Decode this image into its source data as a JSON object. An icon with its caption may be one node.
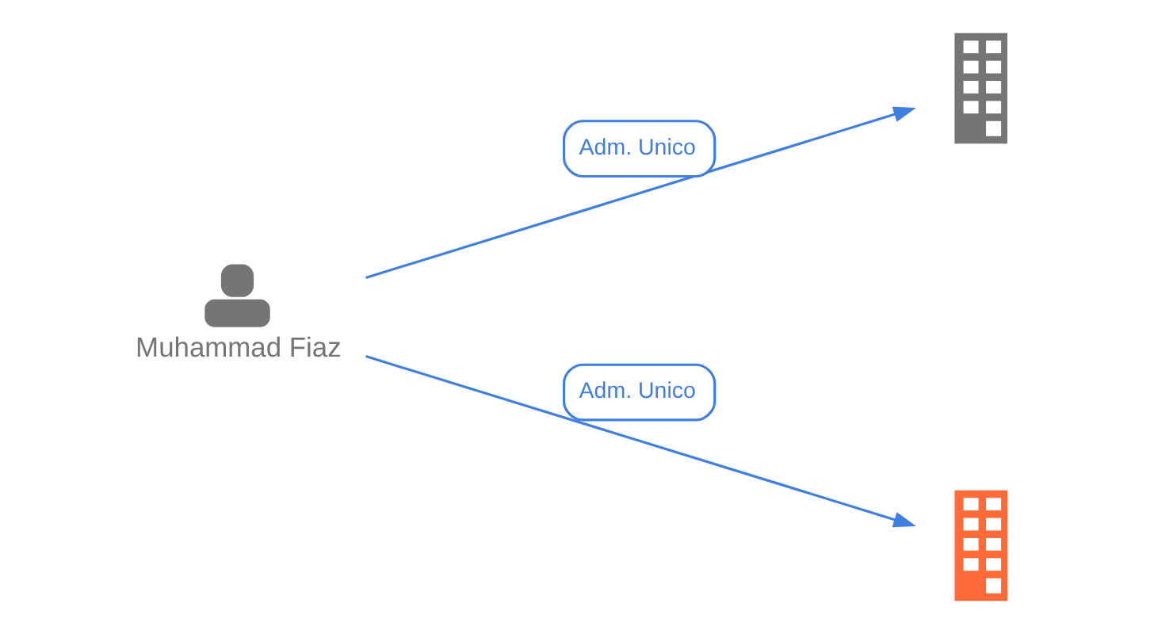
{
  "diagram": {
    "nodes": [
      {
        "text": [
          "Muhammad Fiaz"
        ]
      },
      {
        "text": [],
        "shape": "picture"
      },
      {
        "text": [],
        "shape": "picture"
      }
    ],
    "edges": [
      {
        "from": 0,
        "to": 1,
        "arrow": "to",
        "label": "Adm. Unico"
      },
      {
        "from": 0,
        "to": 2,
        "arrow": "to",
        "label": "Adm. Unico"
      }
    ]
  }
}
